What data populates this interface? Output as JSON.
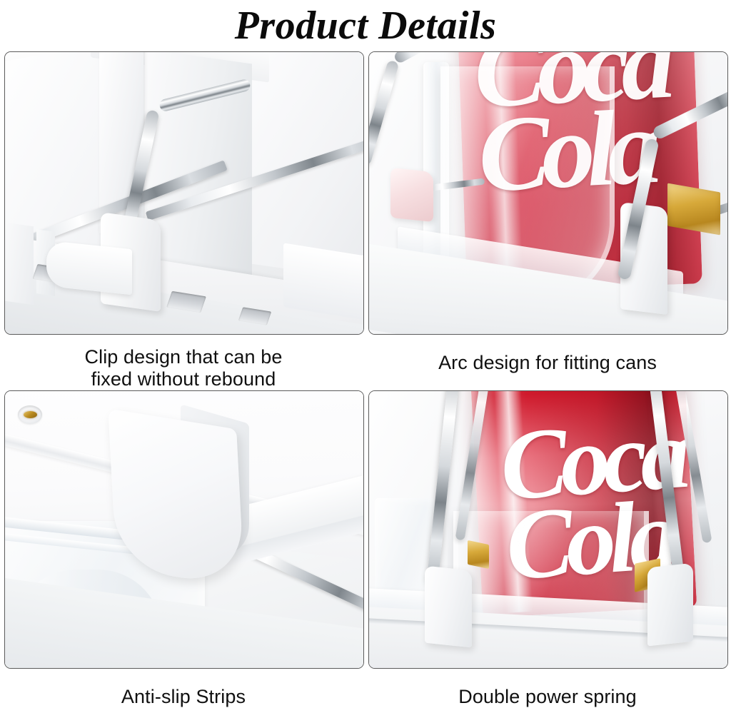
{
  "header": {
    "title": "Product Details"
  },
  "panels": [
    {
      "id": "clip-design",
      "caption_line1": "Clip design that can be",
      "caption_line2": "fixed without rebound",
      "caption": "Clip design that can be fixed without rebound",
      "subject": "white plastic fridge organizer clip block with chrome rod and slide rail"
    },
    {
      "id": "arc-design",
      "caption_line1": "Arc design for fitting cans",
      "caption_line2": "",
      "caption": "Arc design for fitting cans",
      "subject": "transparent arc divider holding a red cola can with chrome rods"
    },
    {
      "id": "anti-slip-strips",
      "caption_line1": "Anti-slip Strips",
      "caption_line2": "",
      "caption": "Anti-slip Strips",
      "subject": "white plastic curved edge over clear anti-slip strips with gold screw detail"
    },
    {
      "id": "double-power-spring",
      "caption_line1": "Double power spring",
      "caption_line2": "",
      "caption": "Double power spring",
      "subject": "red cola can pushed by dual chrome spring rods on a clear base"
    }
  ],
  "colors": {
    "background": "#ffffff",
    "text": "#101010",
    "panel_border": "#5b5b5b",
    "can_red": "#d8475a",
    "can_red_deep": "#c8102e",
    "chrome": "#c3c8cd",
    "gold_accent": "#b98a1e",
    "plastic_white": "#f4f5f7"
  },
  "brand_script": "Coca Cola"
}
